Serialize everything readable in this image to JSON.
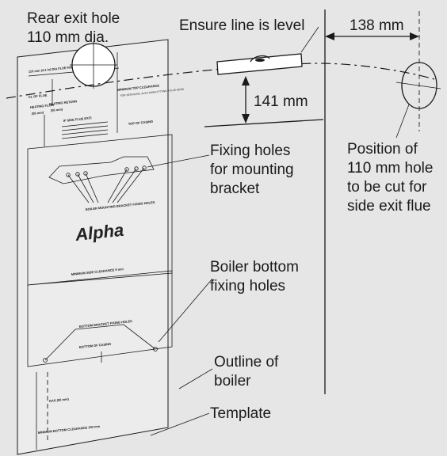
{
  "labels": {
    "rear_exit_line1": "Rear exit hole",
    "rear_exit_line2": "110 mm dia.",
    "ensure_level": "Ensure line is level",
    "dim_138": "138 mm",
    "dim_141": "141 mm",
    "fixing_line1": "Fixing holes",
    "fixing_line2": "for mounting",
    "fixing_line3": "bracket",
    "position_line1": "Position of",
    "position_line2": "110 mm hole",
    "position_line3": "to be cut for",
    "position_line4": "side exit flue",
    "bottom_line1": "Boiler bottom",
    "bottom_line2": "fixing holes",
    "outline_line1": "Outline of",
    "outline_line2": "boiler",
    "template": "Template"
  },
  "template_text": {
    "top_heading": "110 mm (4.3 in) DIA FLUE HOLE DIAMETER",
    "cl_flue": "CL OF FLUE",
    "heating_flow": "HEATING FLOW",
    "heating_flow_dim": "(55 mm)",
    "heating_return": "HEATING RETURN",
    "heating_return_dim": "(55 mm)",
    "min_top_clearance": "MINIMUM TOP CLEARANCE",
    "min_top_note": "FOR SERVICING, ALSO WHEN FITTING A FLUE BEND",
    "side_flue_exit": "IF SIDE FLUE EXIT:",
    "top_of_casing": "TOP OF CASING",
    "boiler_bracket": "BOILER MOUNTING BRACKET FIXING HOLES",
    "brand": "Alpha",
    "min_side_clearance": "MINIMUM SIDE CLEARANCE 5 mm",
    "bottom_bracket": "BOTTOM BRACKET FIXING HOLES",
    "bottom_of_casing": "BOTTOM OF CASING",
    "gas": "GAS (55 mm)",
    "min_bottom_clearance": "MINIMUM BOTTOM CLEARANCE 150 mm"
  },
  "colors": {
    "background": "#e6e6e6",
    "ink": "#1a1a1a",
    "sheet": "#ececec"
  }
}
